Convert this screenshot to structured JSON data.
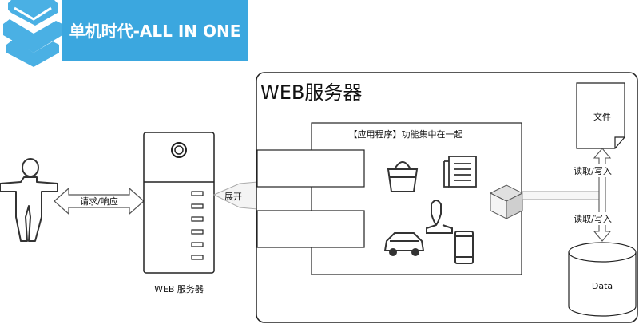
{
  "banner": {
    "title": "单机时代-ALL IN ONE",
    "color": "#3ba7df"
  },
  "user_icon": "person-icon",
  "links": {
    "request_response": "请求/响应",
    "expand": "展开",
    "read_write_file": "读取/写入",
    "read_write_data": "读取/写入"
  },
  "web_server_device": {
    "caption": "WEB 服务器"
  },
  "web_server_container": {
    "title": "WEB服务器"
  },
  "application": {
    "title": "【应用程序】功能集中在一起",
    "icons": [
      "shopping-bag-icon",
      "news-icon",
      "user-profile-icon",
      "car-icon",
      "tablet-icon",
      "package-icon"
    ]
  },
  "storage": {
    "file_label": "文件",
    "data_label": "Data"
  }
}
